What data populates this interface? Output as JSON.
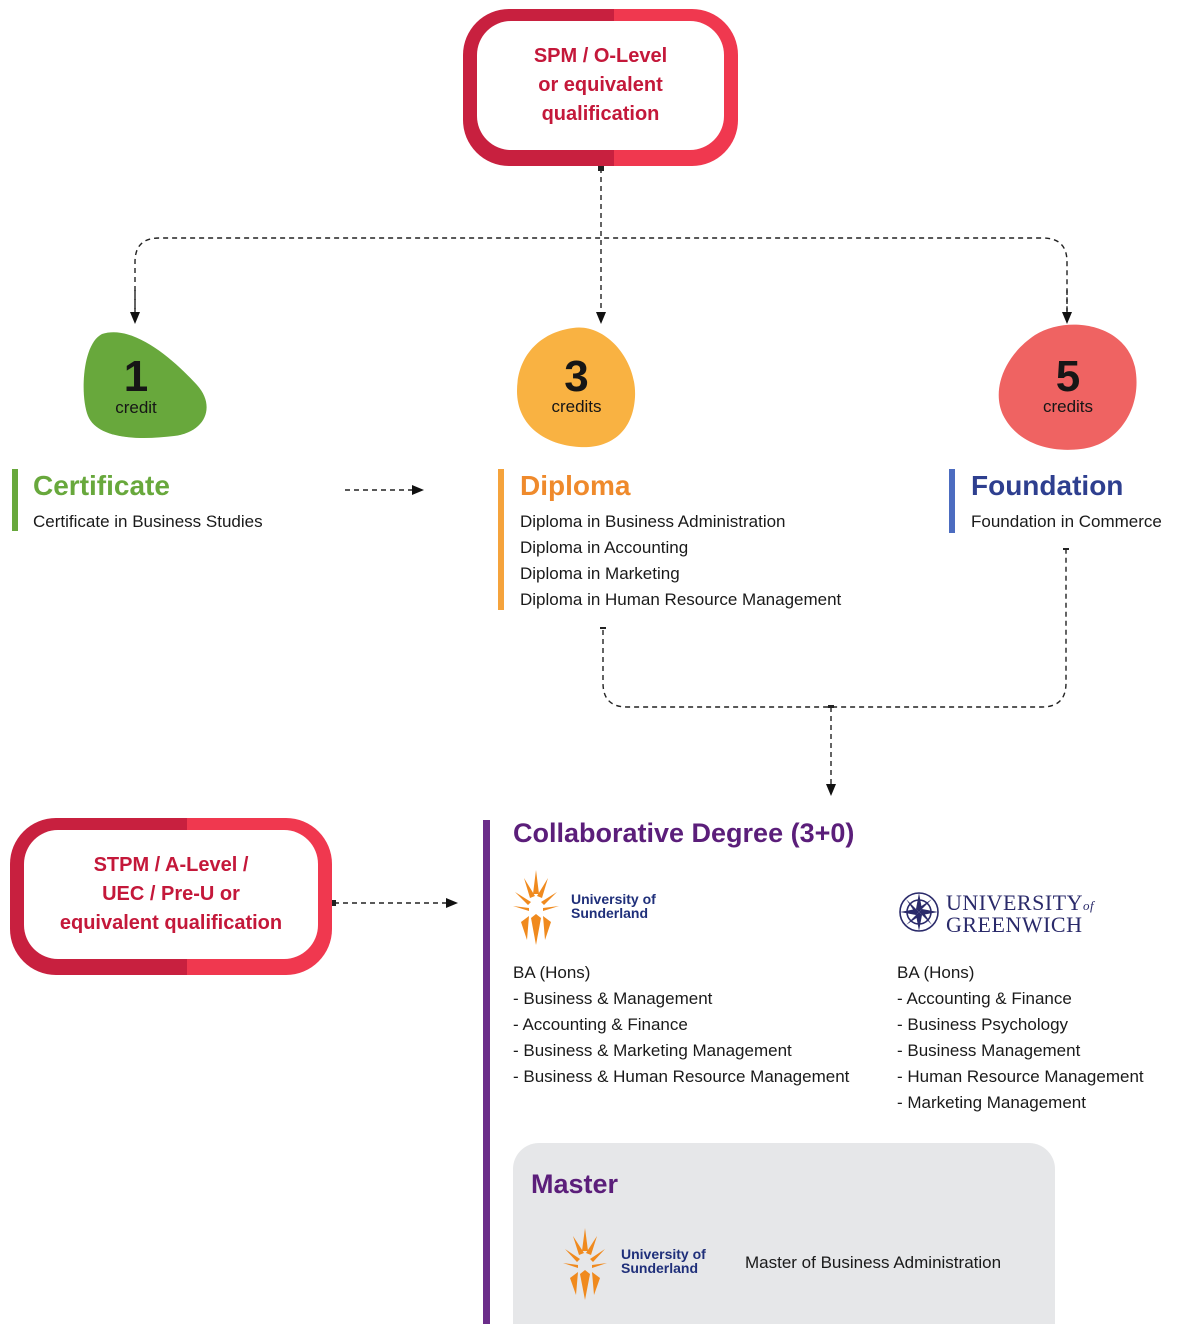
{
  "entry_top": {
    "lines": [
      "SPM / O-Level",
      "or equivalent",
      "qualification"
    ]
  },
  "entry_side": {
    "lines": [
      "STPM / A-Level /",
      "UEC / Pre-U or",
      "equivalent qualification"
    ]
  },
  "credits": [
    {
      "number": "1",
      "unit": "credit",
      "color": "#68a83c"
    },
    {
      "number": "3",
      "unit": "credits",
      "color": "#f9b242"
    },
    {
      "number": "5",
      "unit": "credits",
      "color": "#ef6362"
    }
  ],
  "certificate": {
    "title": "Certificate",
    "color": "#68a83c",
    "items": [
      "Certificate in Business Studies"
    ]
  },
  "diploma": {
    "title": "Diploma",
    "color": "#ef8a2c",
    "items": [
      "Diploma in Business Administration",
      "Diploma in Accounting",
      "Diploma in Marketing",
      "Diploma in Human Resource Management"
    ]
  },
  "foundation": {
    "title": "Foundation",
    "color": "#4c6cc0",
    "items": [
      "Foundation in Commerce"
    ]
  },
  "degree": {
    "title": "Collaborative Degree (3+0)",
    "sunderland": {
      "logo_lines": [
        "University of",
        "Sunderland"
      ],
      "heading": "BA (Hons)",
      "items": [
        "- Business & Management",
        "- Accounting & Finance",
        "- Business & Marketing Management",
        "- Business & Human Resource Management"
      ]
    },
    "greenwich": {
      "logo_line1": "UNIVERSITY",
      "logo_of": "of",
      "logo_line2": "GREENWICH",
      "heading": "BA (Hons)",
      "items": [
        "- Accounting & Finance",
        "- Business Psychology",
        "- Business Management",
        "- Human Resource Management",
        "- Marketing Management"
      ]
    }
  },
  "master": {
    "title": "Master",
    "logo_lines": [
      "University of",
      "Sunderland"
    ],
    "programme": "Master of Business Administration"
  },
  "colors": {
    "accent_red": "#c4183a",
    "degree_purple": "#5b1e7a",
    "master_bg": "#e6e7e9",
    "logo_orange": "#f08a1e",
    "logo_navy": "#1f2f7a"
  }
}
